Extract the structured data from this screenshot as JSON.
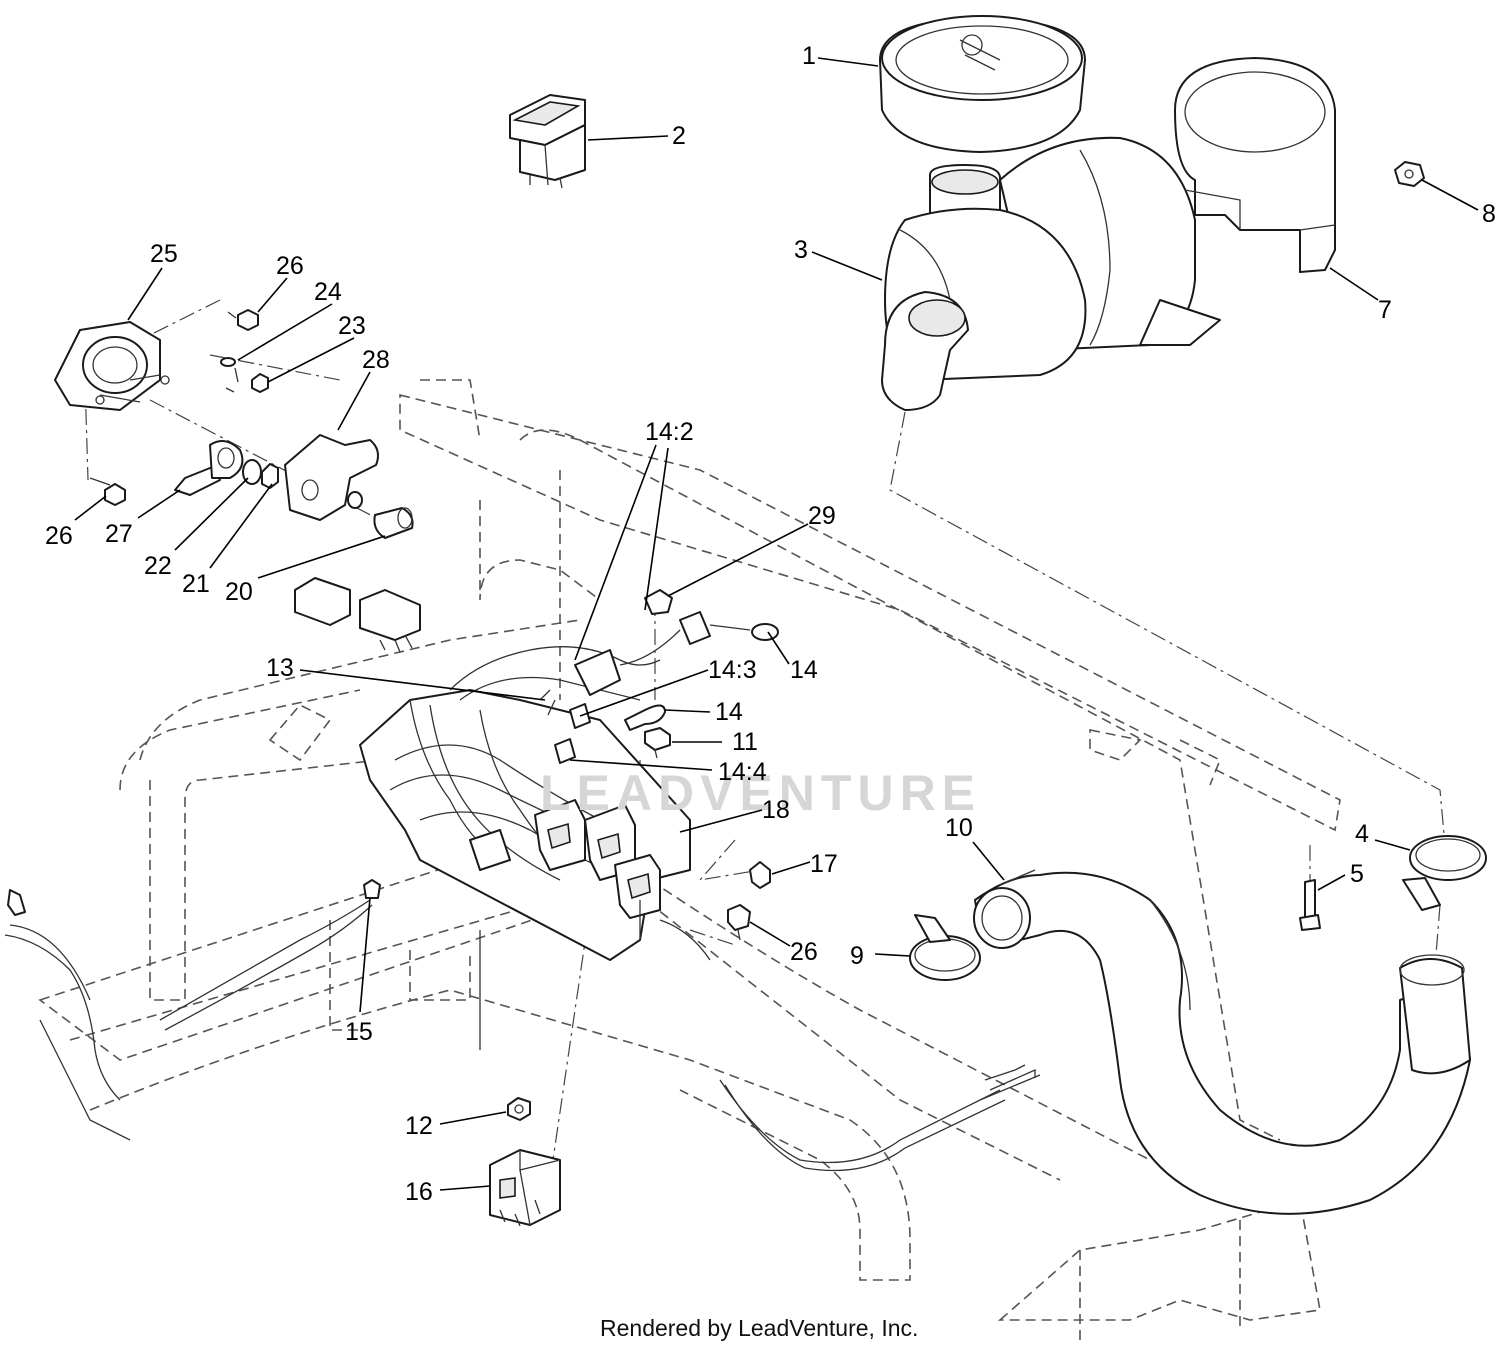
{
  "diagram": {
    "watermark": "LEADVENTURE",
    "footer": "Rendered by LeadVenture, Inc.",
    "callouts": {
      "c1": "1",
      "c2": "2",
      "c3": "3",
      "c4": "4",
      "c5": "5",
      "c7": "7",
      "c8": "8",
      "c9": "9",
      "c10": "10",
      "c11": "11",
      "c12": "12",
      "c13": "13",
      "c14_2": "14:2",
      "c14a": "14",
      "c14_3": "14:3",
      "c14b": "14",
      "c14_4": "14:4",
      "c15": "15",
      "c16": "16",
      "c17": "17",
      "c18": "18",
      "c20": "20",
      "c21": "21",
      "c22": "22",
      "c23": "23",
      "c24": "24",
      "c25": "25",
      "c26a": "26",
      "c26b": "26",
      "c26c": "26",
      "c27": "27",
      "c28": "28",
      "c29": "29"
    }
  }
}
